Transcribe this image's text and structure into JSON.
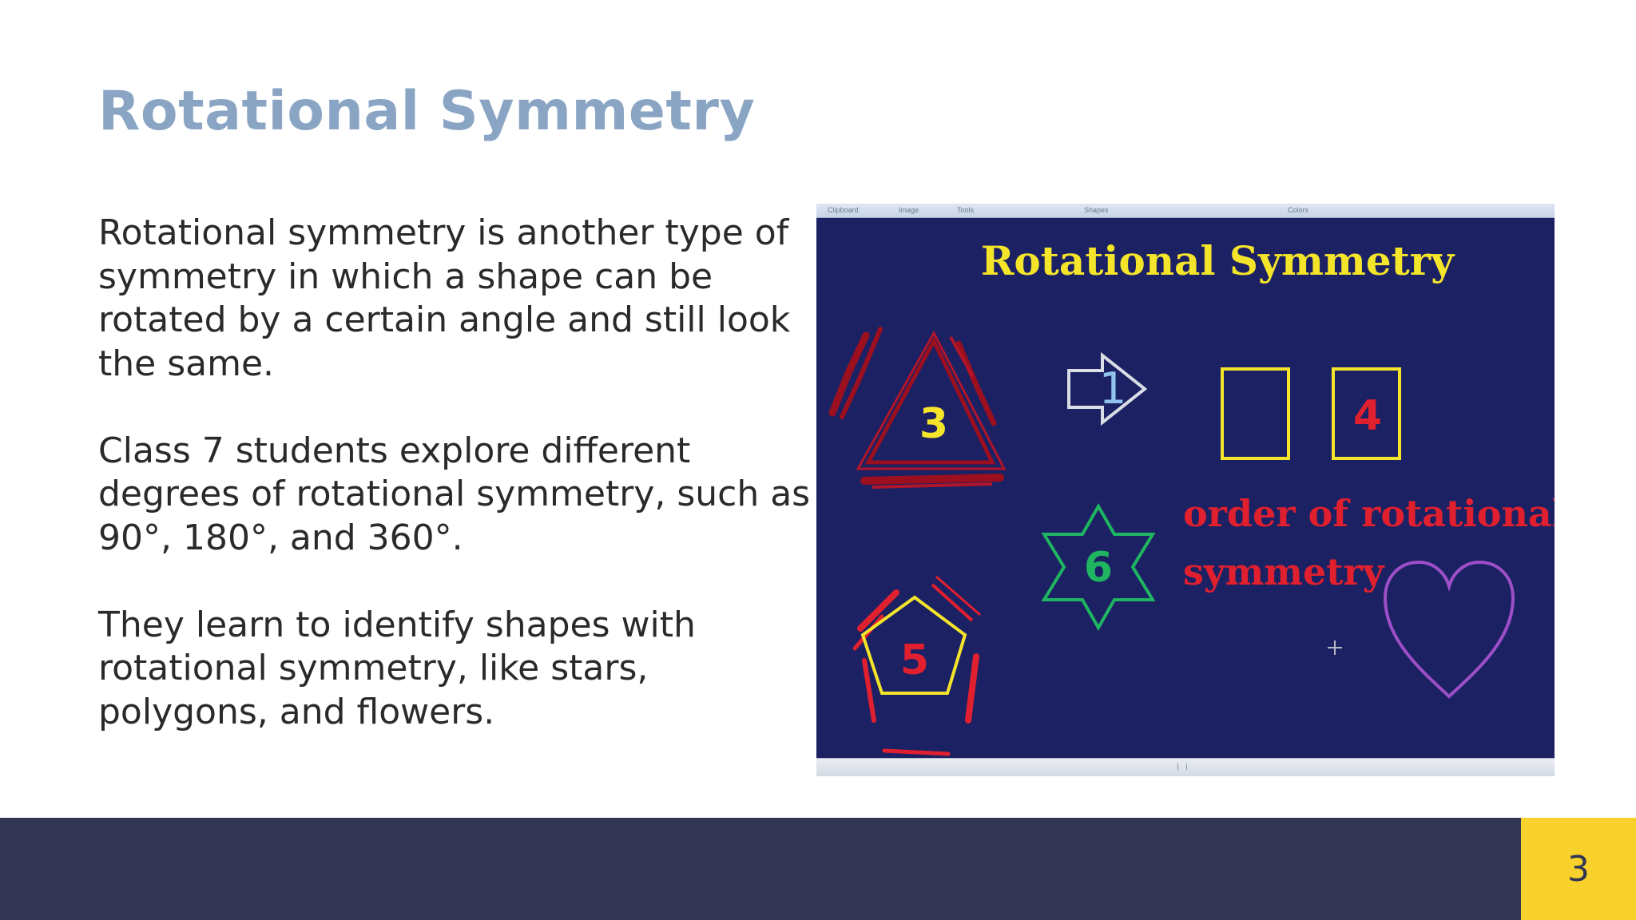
{
  "slide": {
    "title": "Rotational Symmetry",
    "paragraphs": [
      "Rotational symmetry is another type of symmetry in which a shape can be rotated by a certain angle and still look the same.",
      "Class 7 students explore different degrees of rotational symmetry, such as 90°, 180°, and 360°.",
      "They learn to identify shapes with rotational symmetry, like stars, polygons, and flowers."
    ],
    "page_number": "3"
  },
  "figure": {
    "ribbon_labels": [
      "Clipboard",
      "Image",
      "Tools",
      "Shapes",
      "Colors"
    ],
    "heading": "Rotational Symmetry",
    "caption_line1": "order of rotational",
    "caption_line2": "symmetry",
    "triangle_order": "3",
    "arrow_order": "1",
    "square_order": "4",
    "pentagon_order": "5",
    "star_order": "6",
    "colors": {
      "background": "#1c2163",
      "yellow": "#f4e52a",
      "red": "#e0202e",
      "dark_red": "#9c0f1f",
      "green": "#1fb561",
      "purple": "#9d4fc8",
      "arrow": "#d9dde6",
      "arrow_number": "#8fc3ee"
    }
  },
  "colors": {
    "title": "#8aa5c4",
    "body_text": "#2a2a2a",
    "footer_bar": "#333652",
    "page_box": "#f9d12c"
  }
}
